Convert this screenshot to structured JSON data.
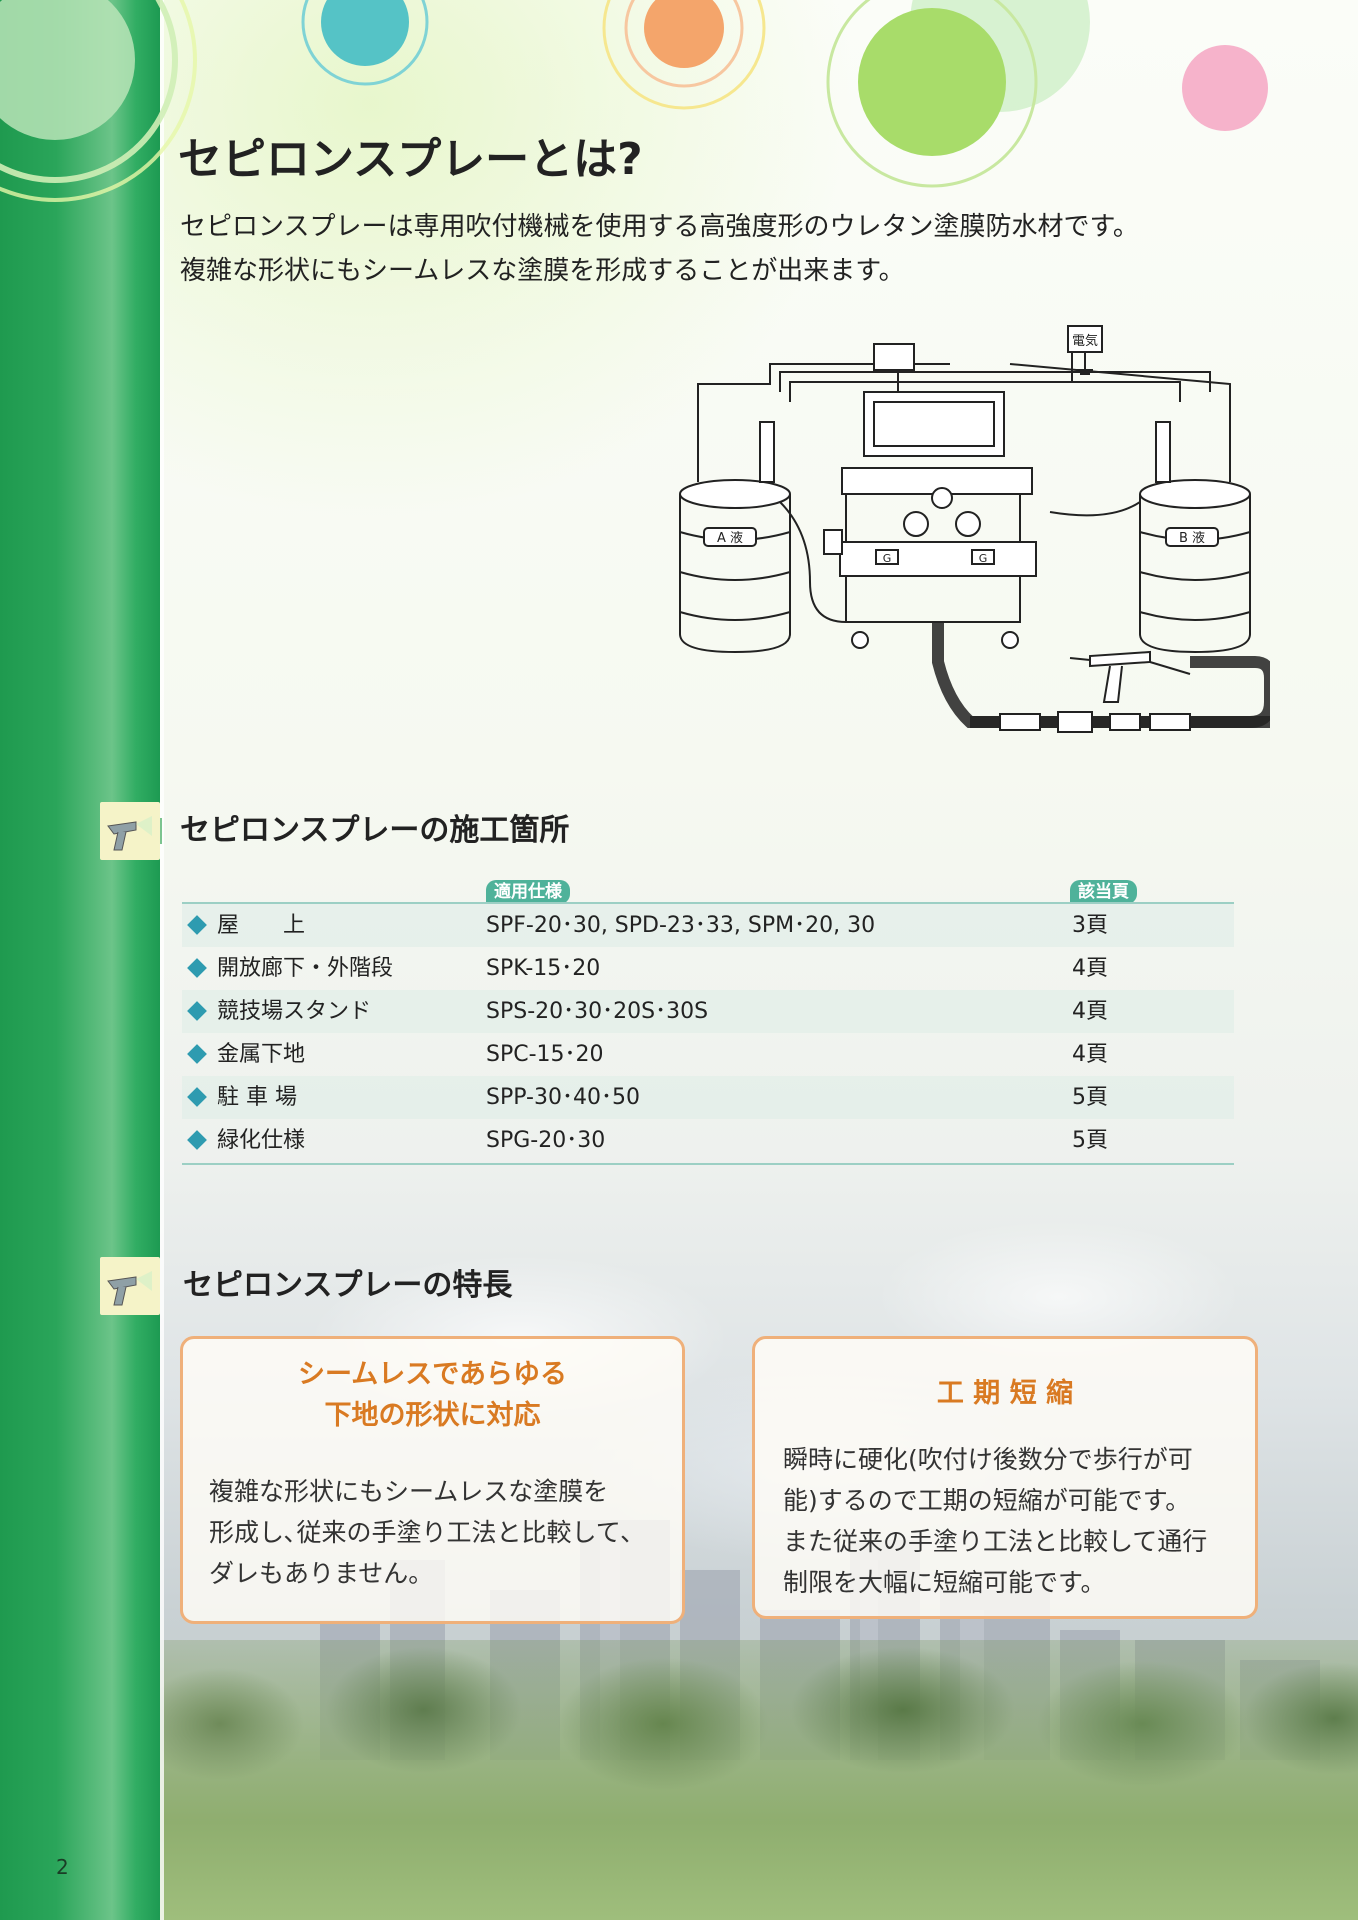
{
  "page": {
    "title": "セピロンスプレーとは?",
    "intro_lines": [
      "セピロンスプレーは専用吹付機械を使用する高強度形のウレタン塗膜防水材です。",
      "複雑な形状にもシームレスな塗膜を形成することが出来ます。"
    ],
    "page_number": "2"
  },
  "diagram": {
    "label_electric": "電気",
    "label_a": "A 液",
    "label_b": "B 液",
    "label_g1": "G",
    "label_g2": "G"
  },
  "locations": {
    "heading": "セピロンスプレーの施工箇所",
    "col_spec": "適用仕様",
    "col_page": "該当頁",
    "rows": [
      {
        "name": "屋　　上",
        "spec": "SPF-20･30, SPD-23･33, SPM･20, 30",
        "page": "3頁"
      },
      {
        "name": "開放廊下・外階段",
        "spec": "SPK-15･20",
        "page": "4頁"
      },
      {
        "name": "競技場スタンド",
        "spec": "SPS-20･30･20S･30S",
        "page": "4頁"
      },
      {
        "name": "金属下地",
        "spec": "SPC-15･20",
        "page": "4頁"
      },
      {
        "name": "駐 車 場",
        "spec": "SPP-30･40･50",
        "page": "5頁"
      },
      {
        "name": "緑化仕様",
        "spec": "SPG-20･30",
        "page": "5頁"
      }
    ]
  },
  "features": {
    "heading": "セピロンスプレーの特長",
    "box1": {
      "title_lines": [
        "シームレスであらゆる",
        "下地の形状に対応"
      ],
      "body_lines": [
        "複雑な形状にもシームレスな塗膜を",
        "形成し､従来の手塗り工法と比較して､",
        "ダレもありません。"
      ]
    },
    "box2": {
      "title_lines": [
        "工 期 短 縮"
      ],
      "body_lines": [
        "瞬時に硬化(吹付け後数分で歩行が可",
        "能)するので工期の短縮が可能です。",
        "また従来の手塗り工法と比較して通行",
        "制限を大幅に短縮可能です。"
      ]
    }
  },
  "colors": {
    "accent_green": "#1f9a4f",
    "table_teal": "#4fb29a",
    "feature_orange": "#d97a22",
    "box_border": "#efb07a"
  }
}
